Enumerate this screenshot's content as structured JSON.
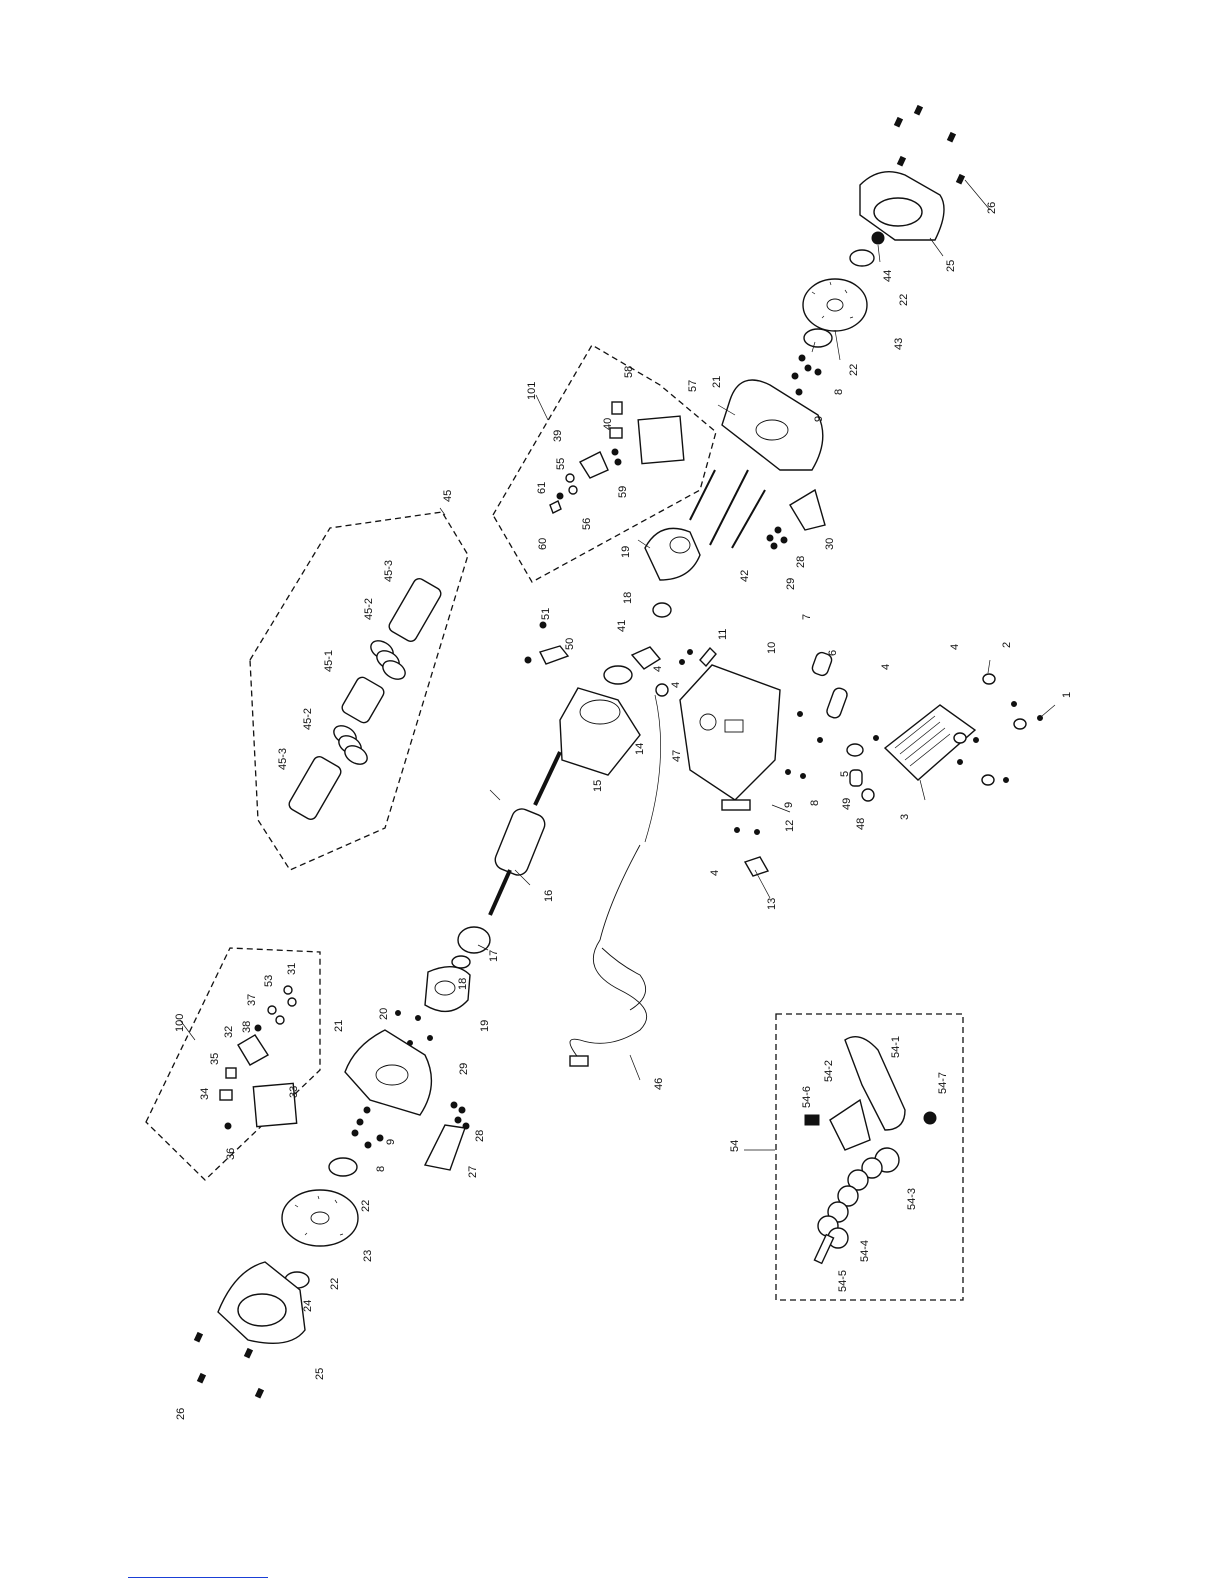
{
  "labels": {
    "l1": "1",
    "l2": "2",
    "l3": "3",
    "l4": "4",
    "l5": "5",
    "l6": "6",
    "l7": "7",
    "l8": "8",
    "l9": "9",
    "l10": "10",
    "l11": "11",
    "l12": "12",
    "l13": "13",
    "l14": "14",
    "l15": "15",
    "l16": "16",
    "l17": "17",
    "l18": "18",
    "l19": "19",
    "l20": "20",
    "l21": "21",
    "l22": "22",
    "l23": "23",
    "l24": "24",
    "l25": "25",
    "l26": "26",
    "l27": "27",
    "l28": "28",
    "l29": "29",
    "l30": "30",
    "l31": "31",
    "l32": "32",
    "l33": "33",
    "l34": "34",
    "l35": "35",
    "l36": "36",
    "l37": "37",
    "l38": "38",
    "l39": "39",
    "l40": "40",
    "l41": "41",
    "l42": "42",
    "l43": "43",
    "l44": "44",
    "l45": "45",
    "l45_1": "45-1",
    "l45_2": "45-2",
    "l45_3": "45-3",
    "l46": "46",
    "l47": "47",
    "l48": "48",
    "l49": "49",
    "l50": "50",
    "l51": "51",
    "l53": "53",
    "l54": "54",
    "l54_1": "54-1",
    "l54_2": "54-2",
    "l54_3": "54-3",
    "l54_4": "54-4",
    "l54_5": "54-5",
    "l54_6": "54-6",
    "l54_7": "54-7",
    "l55": "55",
    "l56": "56",
    "l57": "57",
    "l58": "58",
    "l59": "59",
    "l60": "60",
    "l61": "61",
    "l100": "100",
    "l101": "101"
  }
}
